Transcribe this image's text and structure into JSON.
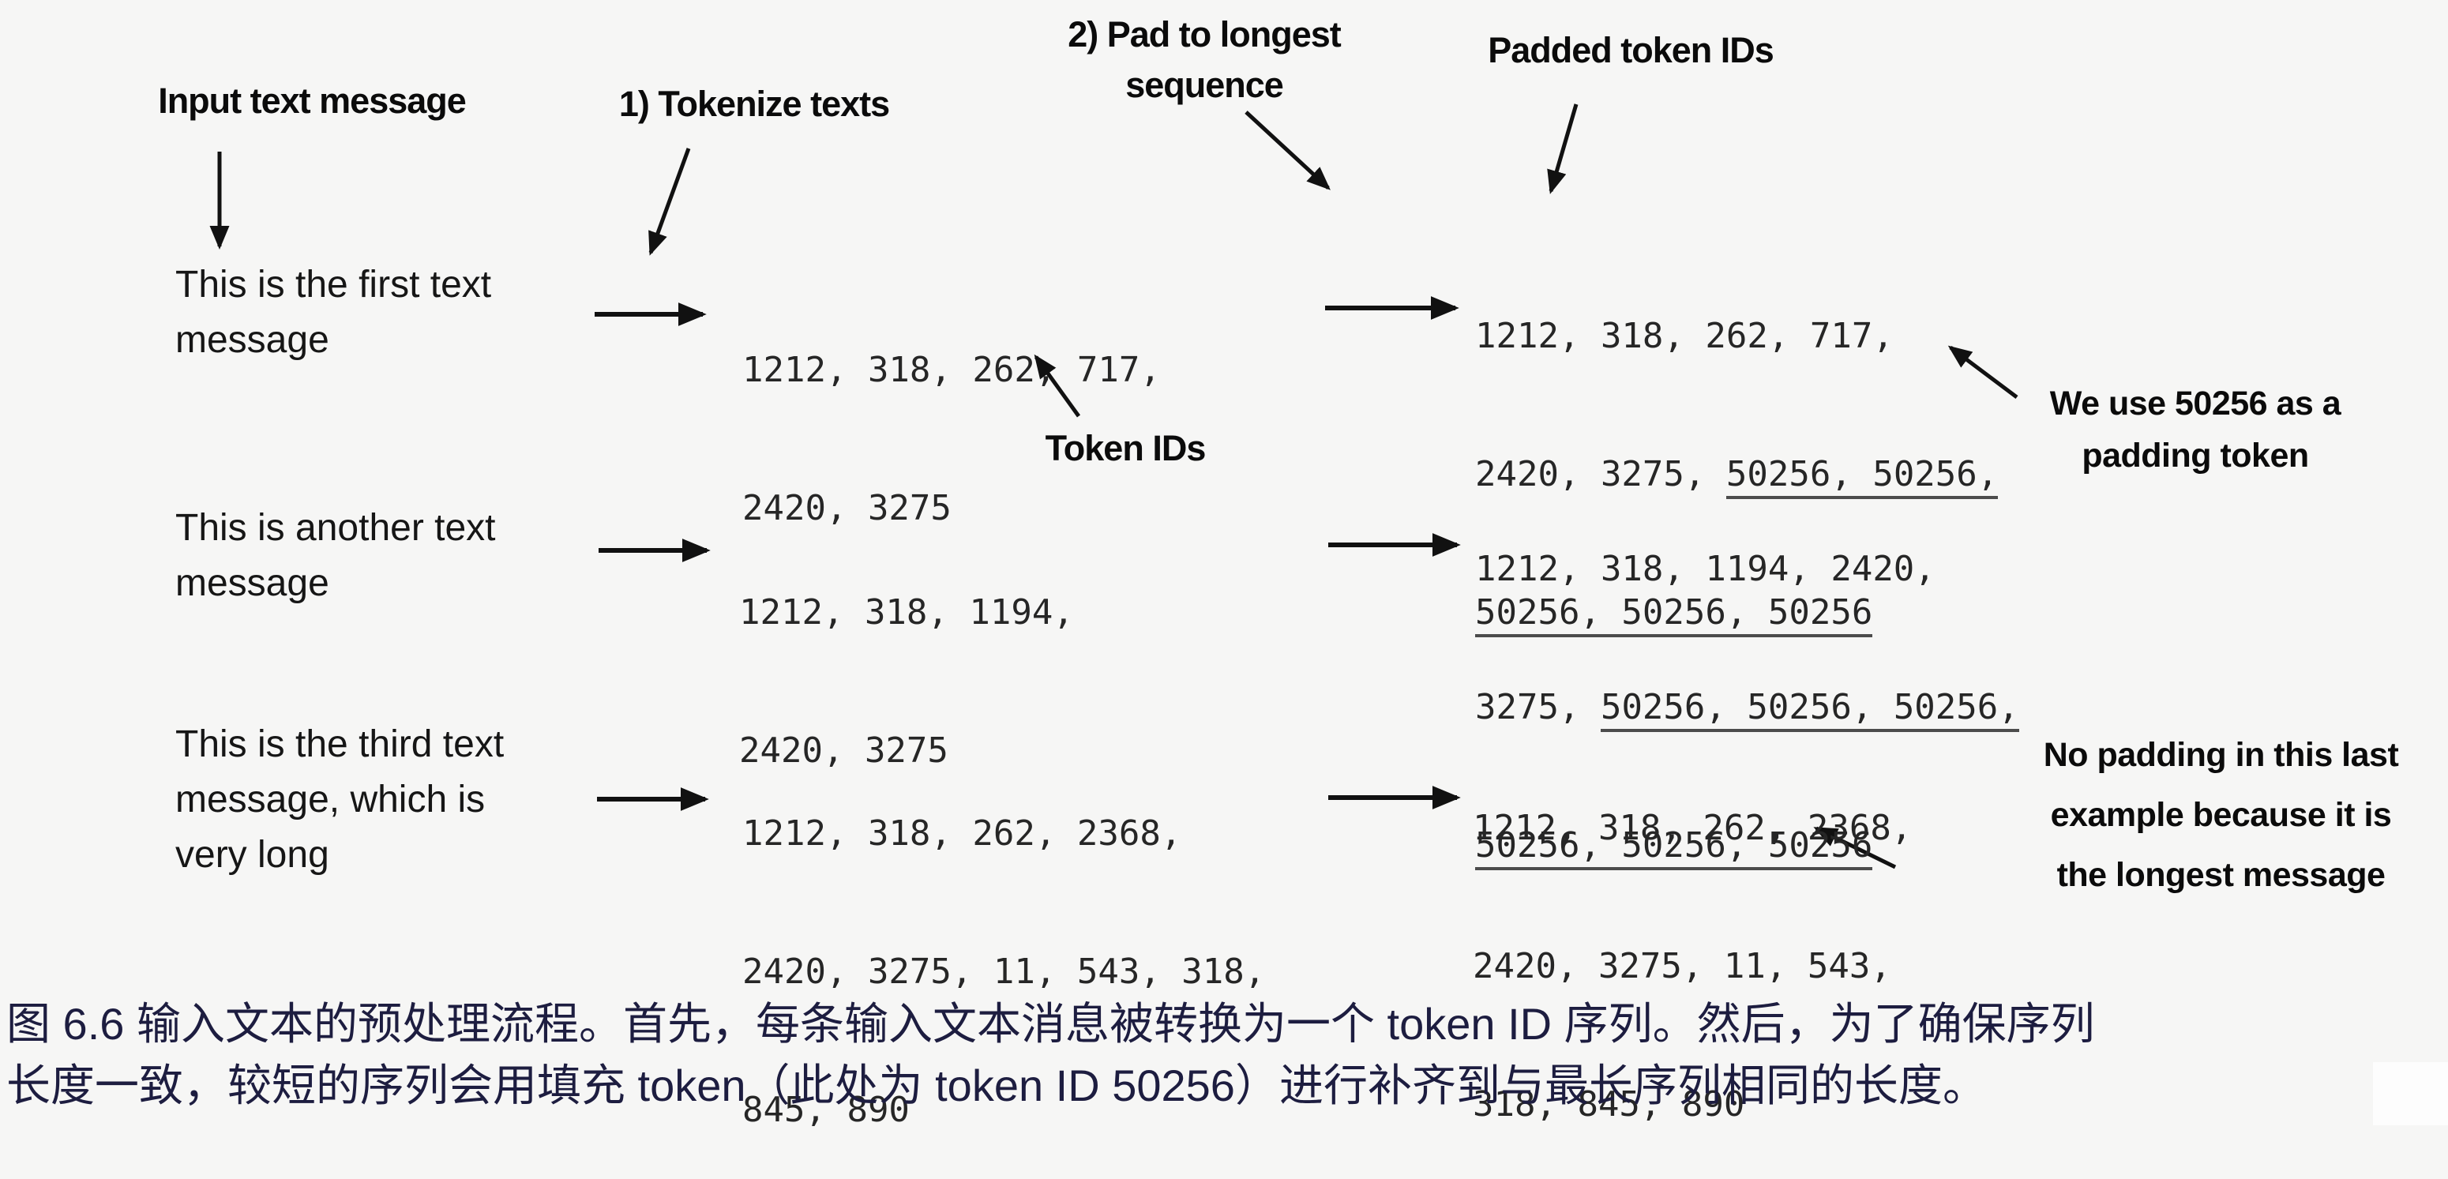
{
  "labels": {
    "input": "Input text message",
    "step1": "1) Tokenize texts",
    "step2": [
      "2) Pad to longest",
      "sequence"
    ],
    "padded": "Padded token IDs",
    "token_ids": "Token IDs"
  },
  "rows": [
    {
      "message": [
        "This is the first text",
        "message"
      ],
      "tokens": [
        "1212, 318, 262, 717,",
        "2420, 3275"
      ],
      "padded": [
        {
          "plain": "1212, 318, 262, 717,",
          "pad": ""
        },
        {
          "plain": "2420, 3275, ",
          "pad": "50256, 50256,"
        },
        {
          "plain": "",
          "pad": "50256, 50256, 50256"
        }
      ]
    },
    {
      "message": [
        "This is another text",
        "message"
      ],
      "tokens": [
        "1212, 318, 1194,",
        "2420, 3275"
      ],
      "padded": [
        {
          "plain": "1212, 318, 1194, 2420,",
          "pad": ""
        },
        {
          "plain": "3275, ",
          "pad": "50256, 50256, 50256,"
        },
        {
          "plain": "",
          "pad": "50256, 50256, 50256"
        }
      ]
    },
    {
      "message": [
        "This is the third text",
        "message, which is",
        "very long"
      ],
      "tokens": [
        "1212, 318, 262, 2368,",
        "2420, 3275, 11, 543, 318,",
        "845, 890"
      ],
      "padded": [
        {
          "plain": "1212, 318, 262, 2368,",
          "pad": ""
        },
        {
          "plain": "2420, 3275, 11, 543,",
          "pad": ""
        },
        {
          "plain": "318, 845, 890",
          "pad": ""
        }
      ]
    }
  ],
  "notes": {
    "padding": [
      "We use 50256 as a",
      "padding token"
    ],
    "no_padding": [
      "No padding in this last",
      "example because it is",
      "the longest message"
    ]
  },
  "caption": [
    "图 6.6 输入文本的预处理流程。首先，每条输入文本消息被转换为一个 token ID 序列。然后，为了确保序列",
    "长度一致，较短的序列会用填充 token（此处为 token ID 50256）进行补齐到与最长序列相同的长度。"
  ],
  "colors": {
    "background": "#f6f6f5",
    "label_text": "#0b0b0b",
    "mono_text": "#262626",
    "caption_text": "#1d1d40"
  }
}
